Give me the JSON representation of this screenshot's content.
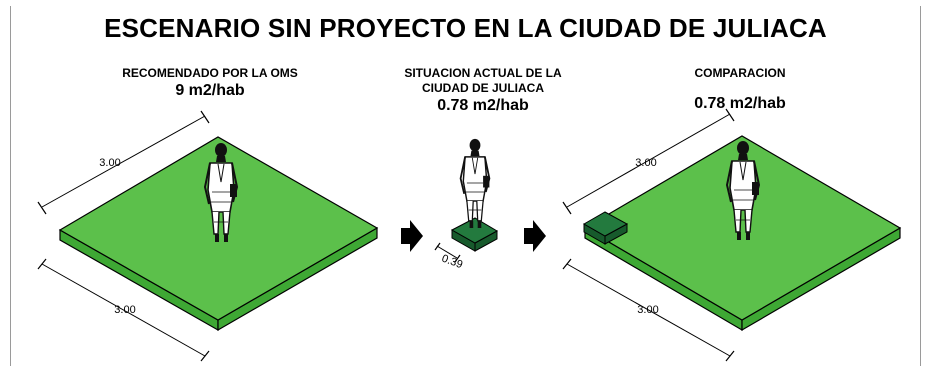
{
  "title": "ESCENARIO SIN PROYECTO EN LA CIUDAD DE JULIACA",
  "panels": [
    {
      "heading": "RECOMENDADO POR LA OMS",
      "value": "9 m2/hab"
    },
    {
      "heading_line1": "SITUACION ACTUAL DE LA",
      "heading_line2": "CIUDAD DE JULIACA",
      "value": "0.78 m2/hab"
    },
    {
      "heading": "COMPARACION",
      "value": "0.78 m2/hab"
    }
  ],
  "dimensions": {
    "large_side": "3.00",
    "small_side": "0.39"
  },
  "colors": {
    "green_top": "#5cc04b",
    "green_side": "#3ea834",
    "dark_green": "#237a3e",
    "dark_green_side": "#175a2c"
  }
}
